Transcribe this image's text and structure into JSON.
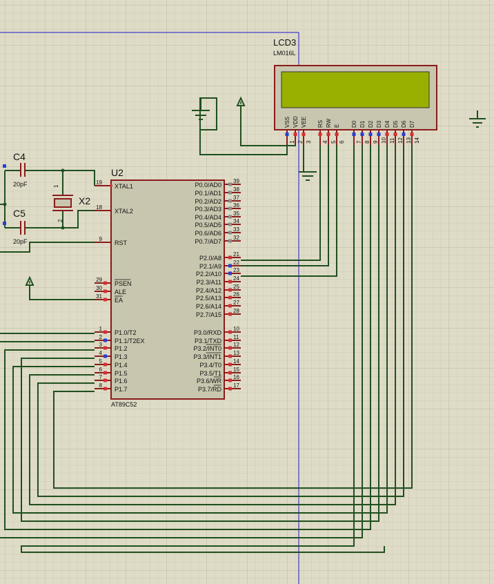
{
  "schematic": {
    "colors": {
      "background": "#dedbc6",
      "grid_minor": "#cfcbb4",
      "grid_major": "#bdb9a2",
      "wire": "#1f4f1f",
      "component_body": "#c8c6ae",
      "component_outline": "#8b1a1a",
      "pin_red": "#d43030",
      "pin_blue": "#2a3fcf",
      "lcd_screen": "#99b000",
      "sheet_border": "#1a1acc"
    },
    "lcd": {
      "ref": "LCD3",
      "model": "LM016L",
      "pin_names": [
        "VSS",
        "VDD",
        "VEE",
        "RS",
        "RW",
        "E",
        "D0",
        "D1",
        "D2",
        "D3",
        "D4",
        "D5",
        "D6",
        "D7"
      ],
      "pin_numbers": [
        "1",
        "2",
        "3",
        "4",
        "5",
        "6",
        "7",
        "8",
        "9",
        "10",
        "11",
        "12",
        "13",
        "14"
      ]
    },
    "mcu": {
      "ref": "U2",
      "model": "AT89C52",
      "left_pins": [
        {
          "num": "19",
          "name": "XTAL1"
        },
        {
          "num": "18",
          "name": "XTAL2"
        },
        {
          "num": "9",
          "name": "RST"
        },
        {
          "num": "29",
          "name": "PSEN"
        },
        {
          "num": "30",
          "name": "ALE"
        },
        {
          "num": "31",
          "name": "EA"
        },
        {
          "num": "1",
          "name": "P1.0/T2"
        },
        {
          "num": "2",
          "name": "P1.1/T2EX"
        },
        {
          "num": "3",
          "name": "P1.2"
        },
        {
          "num": "4",
          "name": "P1.3"
        },
        {
          "num": "5",
          "name": "P1.4"
        },
        {
          "num": "6",
          "name": "P1.5"
        },
        {
          "num": "7",
          "name": "P1.6"
        },
        {
          "num": "8",
          "name": "P1.7"
        }
      ],
      "right_pins": [
        {
          "num": "39",
          "name": "P0.0/AD0"
        },
        {
          "num": "38",
          "name": "P0.1/AD1"
        },
        {
          "num": "37",
          "name": "P0.2/AD2"
        },
        {
          "num": "36",
          "name": "P0.3/AD3"
        },
        {
          "num": "35",
          "name": "P0.4/AD4"
        },
        {
          "num": "34",
          "name": "P0.5/AD5"
        },
        {
          "num": "33",
          "name": "P0.6/AD6"
        },
        {
          "num": "32",
          "name": "P0.7/AD7"
        },
        {
          "num": "21",
          "name": "P2.0/A8"
        },
        {
          "num": "22",
          "name": "P2.1/A9"
        },
        {
          "num": "23",
          "name": "P2.2/A10"
        },
        {
          "num": "24",
          "name": "P2.3/A11"
        },
        {
          "num": "25",
          "name": "P2.4/A12"
        },
        {
          "num": "26",
          "name": "P2.5/A13"
        },
        {
          "num": "27",
          "name": "P2.6/A14"
        },
        {
          "num": "28",
          "name": "P2.7/A15"
        },
        {
          "num": "10",
          "name": "P3.0/RXD"
        },
        {
          "num": "11",
          "name": "P3.1/TXD"
        },
        {
          "num": "12",
          "name": "P3.2/INT0"
        },
        {
          "num": "13",
          "name": "P3.3/INT1"
        },
        {
          "num": "14",
          "name": "P3.4/T0"
        },
        {
          "num": "15",
          "name": "P3.5/T1"
        },
        {
          "num": "16",
          "name": "P3.6/WR"
        },
        {
          "num": "17",
          "name": "P3.7/RD"
        }
      ]
    },
    "c4": {
      "ref": "C4",
      "value": "20pF"
    },
    "c5": {
      "ref": "C5",
      "value": "20pF"
    },
    "crystal": {
      "ref": "X2",
      "pin1": "1",
      "pin2": "2"
    }
  }
}
